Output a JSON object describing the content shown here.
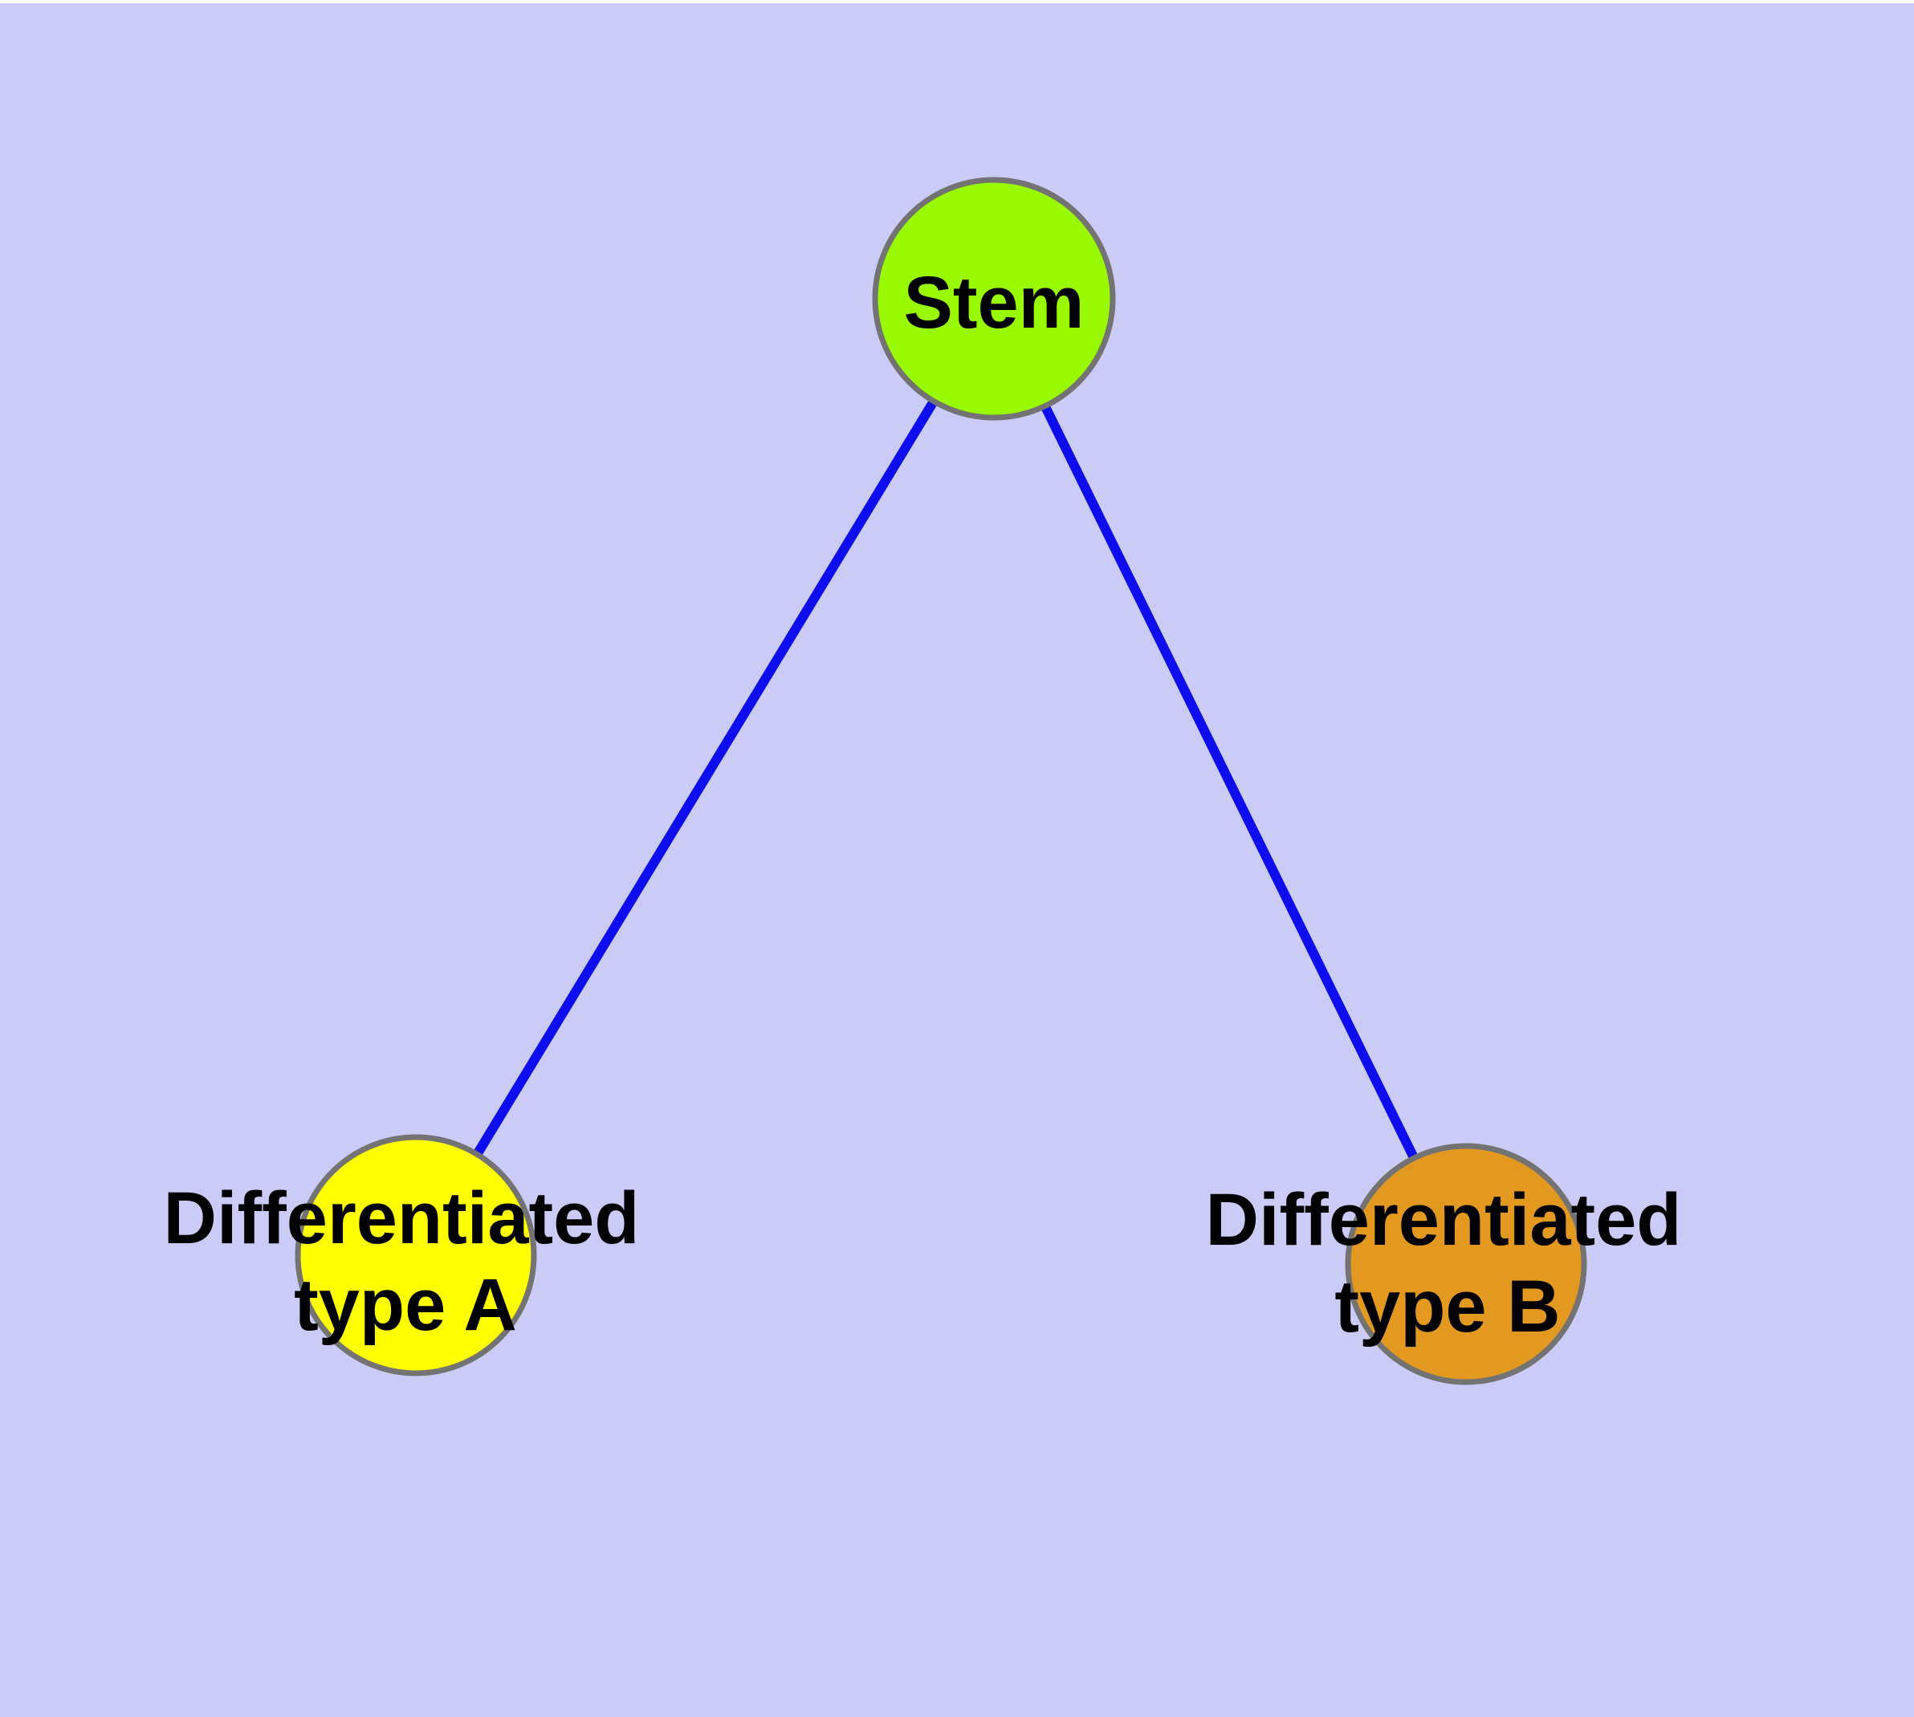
{
  "diagram": {
    "type": "graph",
    "description": "Cell differentiation tree: a stem node connected to two differentiated cell type nodes",
    "background_color": "#cbcbf7",
    "top_margin_color": "#ffffff",
    "edge_color": "#0d0dee",
    "node_border_color": "#737373",
    "text_color": "#000000",
    "nodes": {
      "stem": {
        "label": "Stem",
        "label_lines": [
          "Stem"
        ],
        "fill": "#99fa00"
      },
      "type_a": {
        "label": "Differentiated type A",
        "label_lines": [
          "Differentiated",
          "type A"
        ],
        "fill": "#ffff00"
      },
      "type_b": {
        "label": "Differentiated type B",
        "label_lines": [
          "Differentiated",
          "type B"
        ],
        "fill": "#e3991f"
      }
    },
    "edges": [
      {
        "from": "Stem",
        "to": "Differentiated type A"
      },
      {
        "from": "Stem",
        "to": "Differentiated type B"
      }
    ]
  }
}
